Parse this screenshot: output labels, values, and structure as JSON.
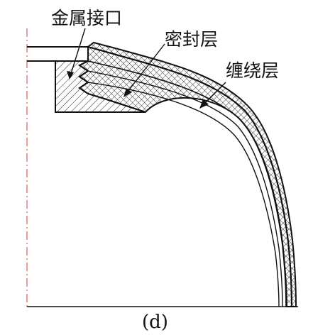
{
  "labels": {
    "metal_interface": "金属接口",
    "sealing_layer": "密封层",
    "winding_layer": "缠绕层"
  },
  "caption": "(d)",
  "colors": {
    "line": "#111111",
    "centerline": "#e05a5a",
    "background": "#ffffff"
  }
}
